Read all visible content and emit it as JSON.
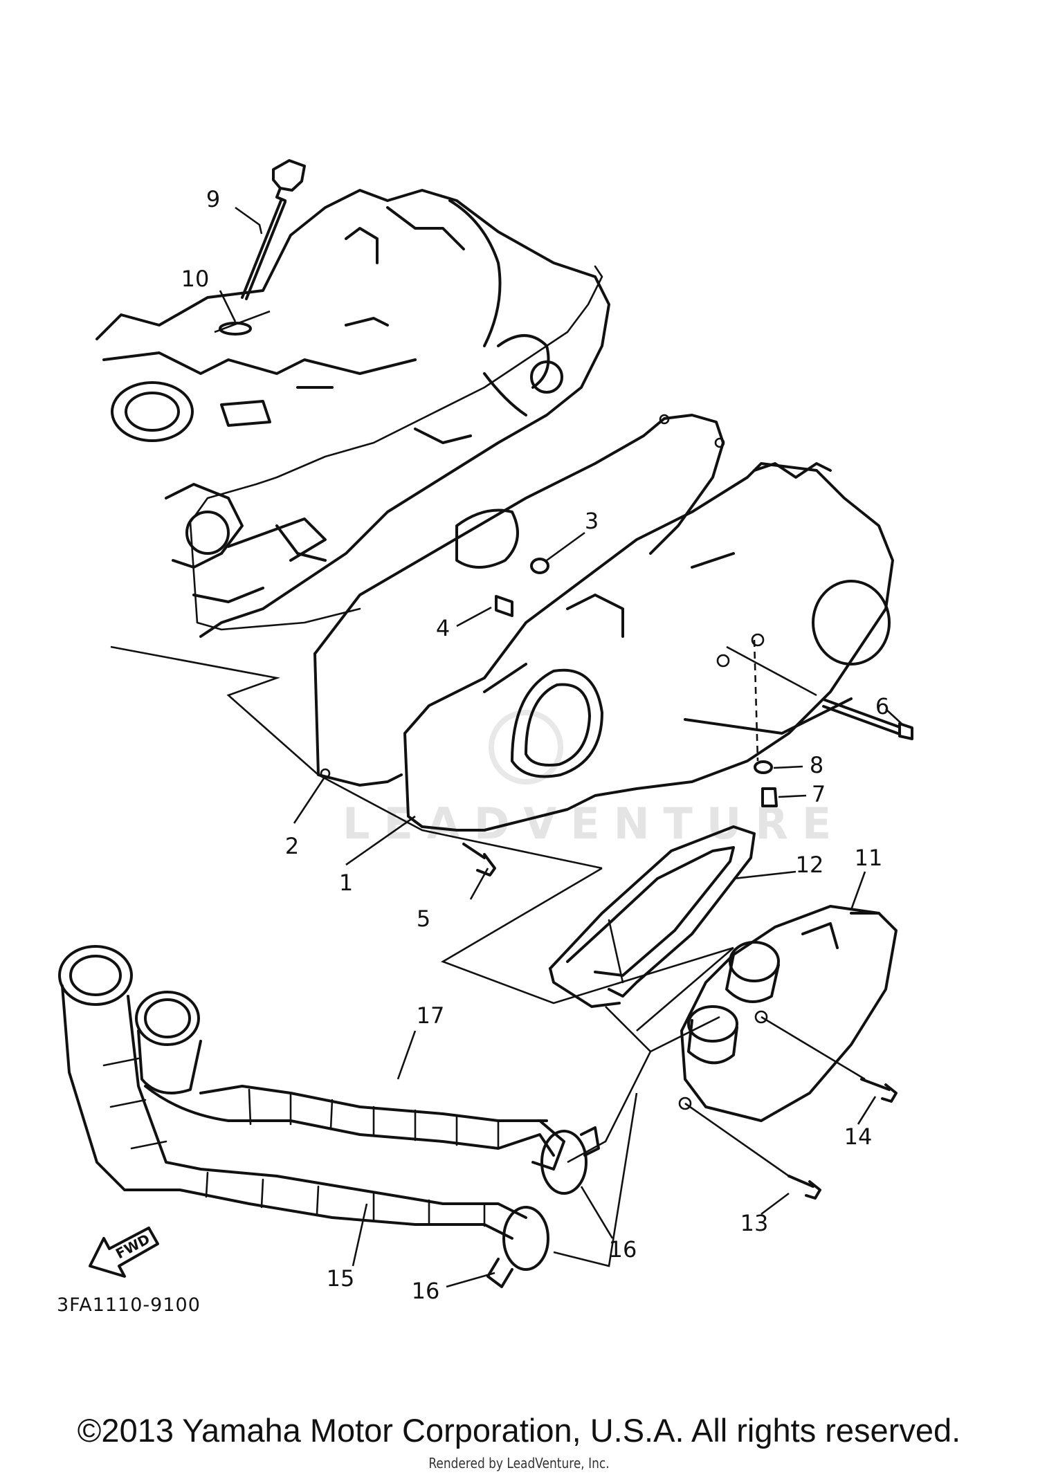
{
  "diagram": {
    "callouts": [
      "1",
      "2",
      "3",
      "4",
      "5",
      "6",
      "7",
      "8",
      "9",
      "10",
      "11",
      "12",
      "13",
      "14",
      "15",
      "16",
      "16",
      "17"
    ],
    "part_code": "3FA1110-9100",
    "fwd_label": "FWD",
    "watermark": "LEADVENTURE"
  },
  "footer": {
    "copyright": "©2013 Yamaha Motor Corporation, U.S.A. All rights reserved.",
    "rendered_by": "Rendered by LeadVenture, Inc."
  }
}
